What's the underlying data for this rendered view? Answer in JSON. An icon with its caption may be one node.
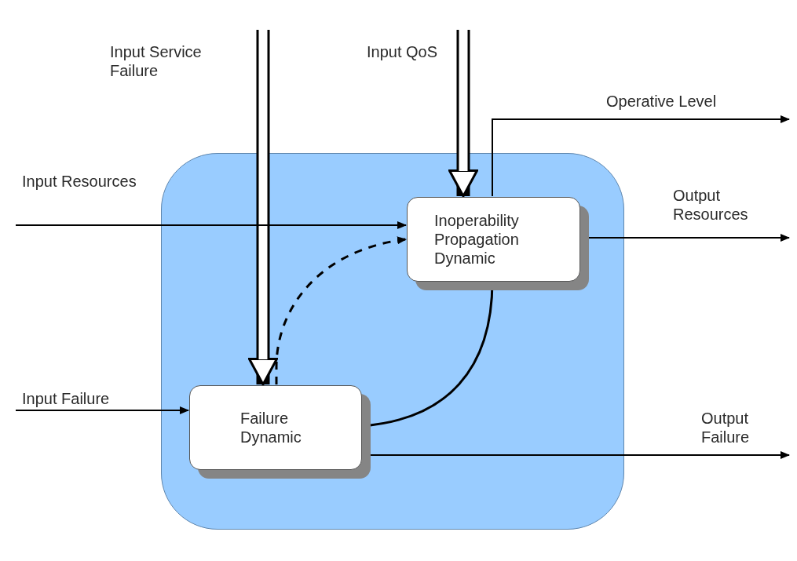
{
  "diagram": {
    "nodes": [
      {
        "text": [],
        "shape": "box"
      },
      {
        "text": [
          "Inoperability Propagation Dynamic"
        ],
        "in": 0
      },
      {
        "text": [
          "Failure Dynamic"
        ],
        "in": 0
      }
    ],
    "edges": [
      {
        "from": null,
        "to": 2,
        "arrow": "to",
        "label": "Input Service Failure",
        "style": "thick"
      },
      {
        "from": null,
        "to": 1,
        "arrow": "to",
        "label": "Input QoS",
        "style": "thick"
      },
      {
        "from": null,
        "to": 1,
        "arrow": "to",
        "label": "Input Resources"
      },
      {
        "from": 1,
        "to": null,
        "arrow": "to",
        "label": "Operative Level"
      },
      {
        "from": 1,
        "to": null,
        "arrow": "to",
        "label": "Output Resources"
      },
      {
        "from": 2,
        "to": 1,
        "arrow": "to",
        "style": "dashed"
      },
      {
        "from": 1,
        "to": 2,
        "arrow": "to"
      },
      {
        "from": null,
        "to": 2,
        "arrow": "to",
        "label": "Input Failure"
      },
      {
        "from": 2,
        "to": null,
        "arrow": "to",
        "label": "Output Failure"
      }
    ]
  }
}
